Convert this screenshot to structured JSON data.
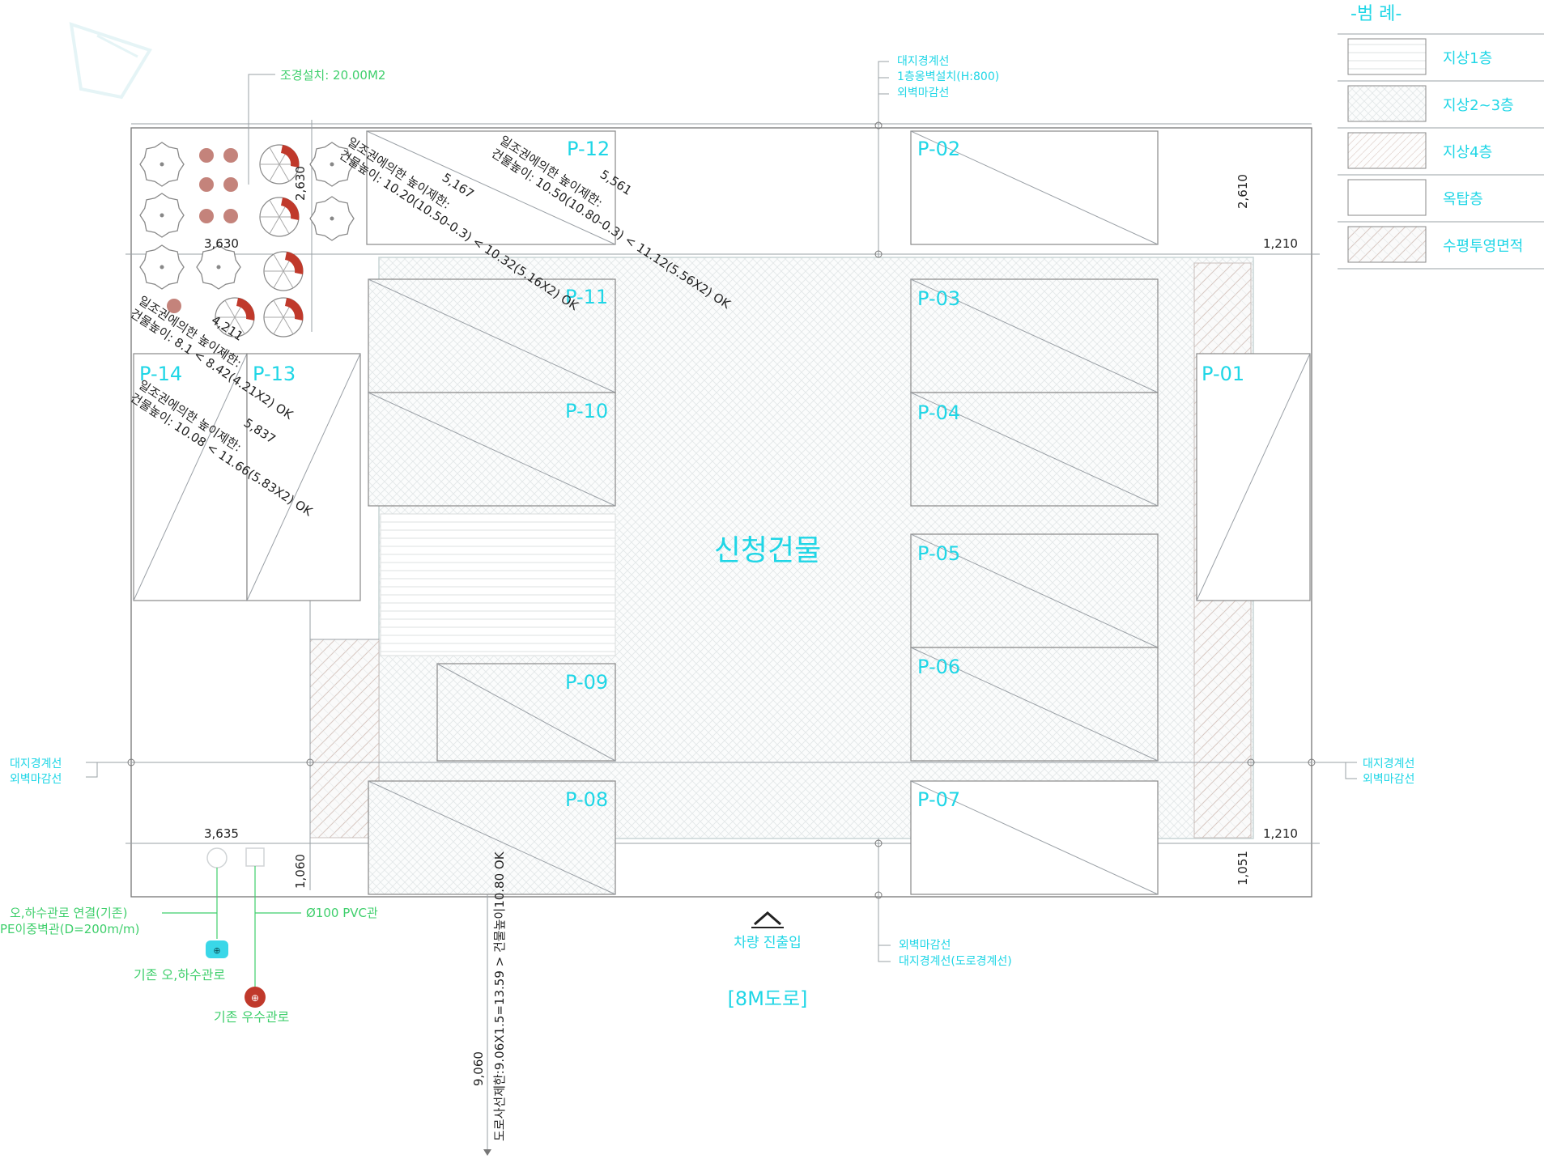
{
  "legend": {
    "title": "-범 례-",
    "items": [
      {
        "label": "지상1층",
        "pattern": "hatch-horizontal"
      },
      {
        "label": "지상2~3층",
        "pattern": "hatch-dots"
      },
      {
        "label": "지상4층",
        "pattern": "hatch-diagonal"
      },
      {
        "label": "옥탑층",
        "pattern": "none"
      },
      {
        "label": "수평투영면적",
        "pattern": "hatch-cross-diagonal"
      }
    ]
  },
  "building_label": "신청건물",
  "parking_spaces": [
    "P-01",
    "P-02",
    "P-03",
    "P-04",
    "P-05",
    "P-06",
    "P-07",
    "P-08",
    "P-09",
    "P-10",
    "P-11",
    "P-12",
    "P-13",
    "P-14"
  ],
  "landscape_label": "조경설치: 20.00M2",
  "top_callout": [
    "대지경계선",
    "1층옹벽설치(H:800)",
    "외벽마감선"
  ],
  "left_callout": [
    "대지경계선",
    "외벽마감선"
  ],
  "right_callout": [
    "대지경계선",
    "외벽마감선"
  ],
  "bottom_callout": [
    "외벽마감선",
    "대지경계선(도로경계선)"
  ],
  "sunlight_notes": [
    {
      "distance": "5,167",
      "line1": "일조권에의한 높이제한:",
      "line2": "건물높이: 10.20(10.50-0.3) < 10.32(5.16X2) OK"
    },
    {
      "distance": "5,561",
      "line1": "일조권에의한 높이제한:",
      "line2": "건물높이: 10.50(10.80-0.3) < 11.12(5.56X2) OK"
    },
    {
      "distance": "4,211",
      "line1": "일조권에의한 높이제한:",
      "line2": "건물높이: 8.1 < 8.42(4.21X2) OK"
    },
    {
      "distance": "5,837",
      "line1": "일조권에의한 높이제한:",
      "line2": "건물높이: 10.08 < 11.66(5.83X2) OK"
    }
  ],
  "dimensions": {
    "top_left_width": "3,630",
    "top_left_height": "2,630",
    "top_right_height": "2,610",
    "top_right_offset": "1,210",
    "bottom_left_width": "3,635",
    "bottom_left_height": "1,060",
    "bottom_right_height": "1,051",
    "bottom_right_offset": "1,210",
    "road_distance": "9,060"
  },
  "road_limit_text": "도로사선제한:9.06X1.5=13.59 > 건물높이10.80 OK",
  "drain": {
    "connect_line1": "오,하수관로 연결(기존)",
    "connect_line2": "PE이중벽관(D=200m/m)",
    "pvc_label": "Ø100 PVC관",
    "sewer_existing": "기존 오,하수관로",
    "storm_existing": "기존 우수관로"
  },
  "entrance_label": "차량 진출입",
  "road_label": "[8M도로]",
  "colors": {
    "cyan": "#1fd6e6",
    "green": "#3fcf6c",
    "line": "#777777",
    "tree": "#b0594f",
    "accent_red": "#c0392b"
  }
}
